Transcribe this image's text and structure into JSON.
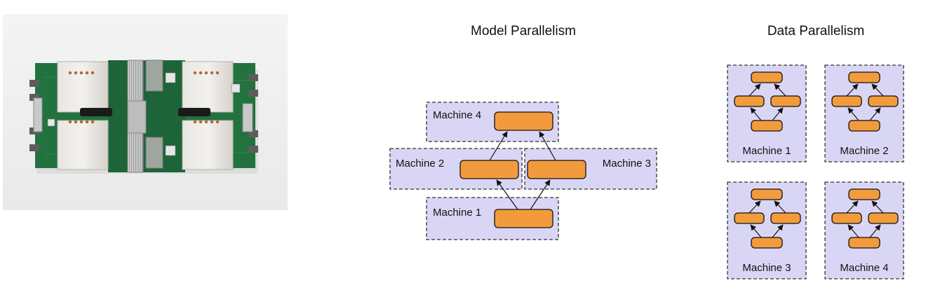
{
  "model_parallelism": {
    "title": "Model Parallelism",
    "machines": [
      "Machine 4",
      "Machine 2",
      "Machine 3",
      "Machine 1"
    ]
  },
  "data_parallelism": {
    "title": "Data Parallelism",
    "machines": [
      "Machine 1",
      "Machine 2",
      "Machine 3",
      "Machine 4"
    ]
  },
  "photo": {
    "subject": "circuit-board-photo",
    "colors": {
      "board": "#1f6b3a",
      "heatsink": "#d8d5cf",
      "background": "#f1f1f1"
    }
  },
  "colors": {
    "machine_fill": "#d9d6f5",
    "node_fill": "#f29b3c"
  }
}
